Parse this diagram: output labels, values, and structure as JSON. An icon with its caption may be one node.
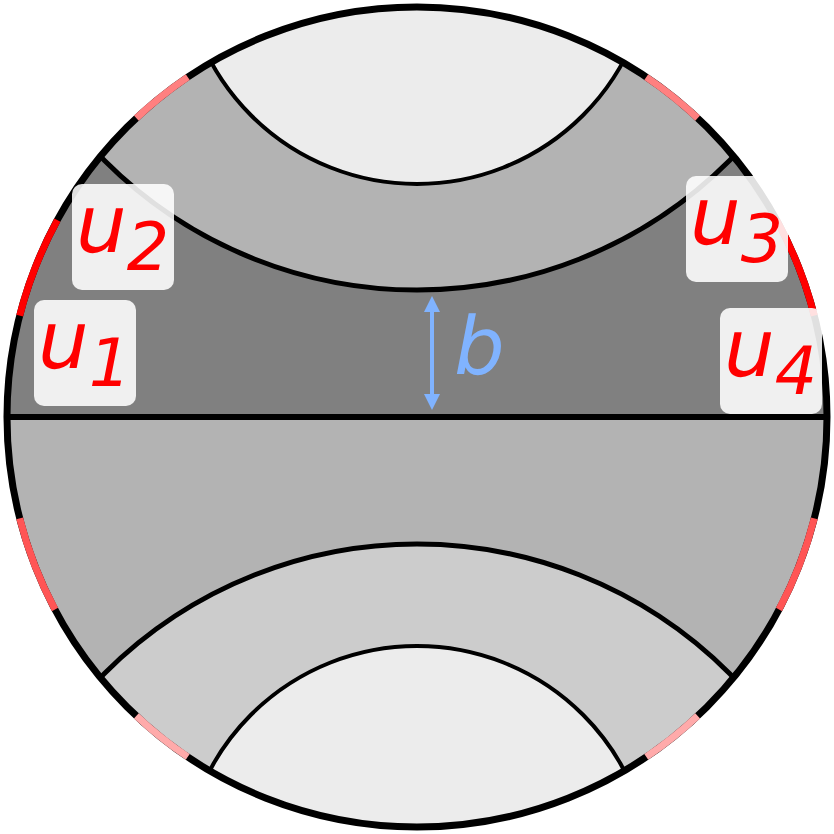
{
  "diagram": {
    "labels": [
      "u$_{2}$",
      "u$_{3}$",
      "b",
      "u$_{1}$",
      "u$_{4}$"
    ]
  }
}
